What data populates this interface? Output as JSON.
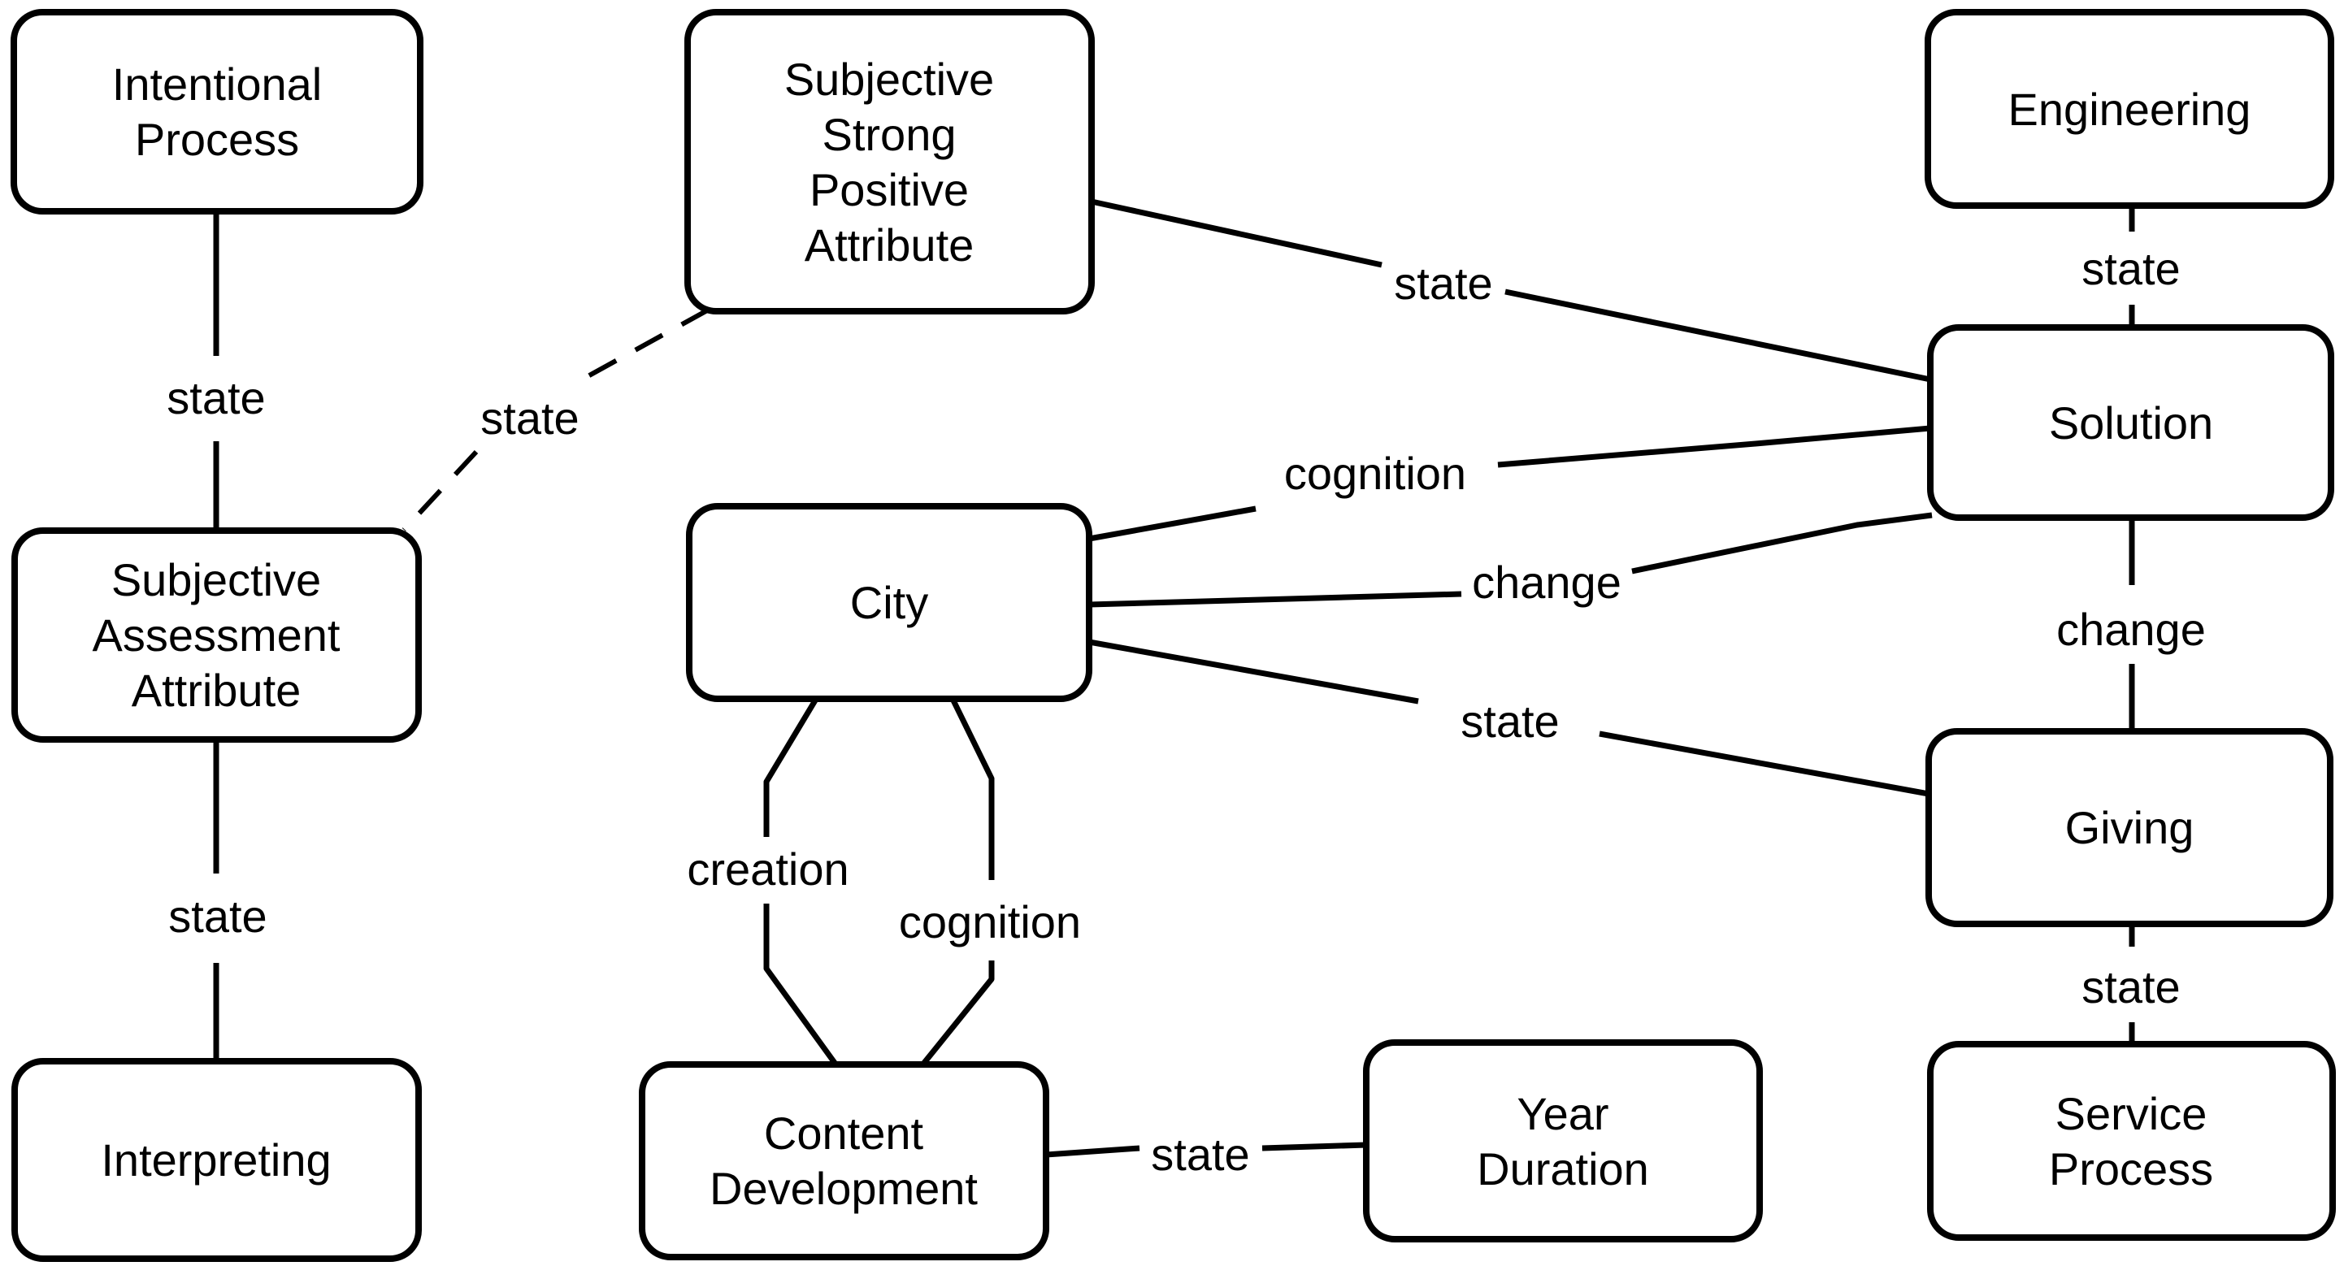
{
  "diagram": {
    "background_color": "#ffffff",
    "stroke_color": "#000000",
    "nodes": {
      "intentional_process": {
        "label": "Intentional Process",
        "lines": {
          "l1": "Intentional",
          "l2": "Process"
        }
      },
      "subjective_strong_positive_attribute": {
        "label": "Subjective Strong Positive Attribute",
        "lines": {
          "l1": "Subjective",
          "l2": "Strong",
          "l3": "Positive",
          "l4": "Attribute"
        }
      },
      "engineering": {
        "label": "Engineering",
        "lines": {
          "l1": "Engineering"
        }
      },
      "subjective_assessment_attribute": {
        "label": "Subjective Assessment Attribute",
        "lines": {
          "l1": "Subjective",
          "l2": "Assessment",
          "l3": "Attribute"
        }
      },
      "solution": {
        "label": "Solution",
        "lines": {
          "l1": "Solution"
        }
      },
      "city": {
        "label": "City",
        "lines": {
          "l1": "City"
        }
      },
      "giving": {
        "label": "Giving",
        "lines": {
          "l1": "Giving"
        }
      },
      "interpreting": {
        "label": "Interpreting",
        "lines": {
          "l1": "Interpreting"
        }
      },
      "content_development": {
        "label": "Content Development",
        "lines": {
          "l1": "Content",
          "l2": "Development"
        }
      },
      "year_duration": {
        "label": "Year Duration",
        "lines": {
          "l1": "Year",
          "l2": "Duration"
        }
      },
      "service_process": {
        "label": "Service Process",
        "lines": {
          "l1": "Service",
          "l2": "Process"
        }
      }
    },
    "edges": [
      {
        "from": "Intentional Process",
        "to": "Subjective Assessment Attribute",
        "label": "state",
        "line_style": "solid"
      },
      {
        "from": "Subjective Strong Positive Attribute",
        "to": "Subjective Assessment Attribute",
        "label": "state",
        "line_style": "dashed"
      },
      {
        "from": "Subjective Assessment Attribute",
        "to": "Interpreting",
        "label": "state",
        "line_style": "solid"
      },
      {
        "from": "Subjective Strong Positive Attribute",
        "to": "Solution",
        "label": "state",
        "line_style": "solid"
      },
      {
        "from": "Engineering",
        "to": "Solution",
        "label": "state",
        "line_style": "solid"
      },
      {
        "from": "City",
        "to": "Solution",
        "label": "cognition",
        "line_style": "solid"
      },
      {
        "from": "City",
        "to": "Solution",
        "label": "change",
        "line_style": "solid"
      },
      {
        "from": "Solution",
        "to": "Giving",
        "label": "change",
        "line_style": "solid"
      },
      {
        "from": "City",
        "to": "Giving",
        "label": "state",
        "line_style": "solid"
      },
      {
        "from": "Giving",
        "to": "Service Process",
        "label": "state",
        "line_style": "solid"
      },
      {
        "from": "City",
        "to": "Content Development",
        "label": "creation",
        "line_style": "solid"
      },
      {
        "from": "City",
        "to": "Content Development",
        "label": "cognition",
        "line_style": "solid"
      },
      {
        "from": "Content Development",
        "to": "Year Duration",
        "label": "state",
        "line_style": "solid"
      }
    ],
    "edge_labels": {
      "ip_saa": "state",
      "sspa_saa": "state",
      "saa_interpreting": "state",
      "sspa_solution": "state",
      "engineering_solution": "state",
      "city_solution_cognition": "cognition",
      "city_solution_change": "change",
      "solution_giving": "change",
      "city_giving": "state",
      "giving_service_process": "state",
      "city_cd_creation": "creation",
      "city_cd_cognition": "cognition",
      "cd_year_duration": "state"
    }
  }
}
